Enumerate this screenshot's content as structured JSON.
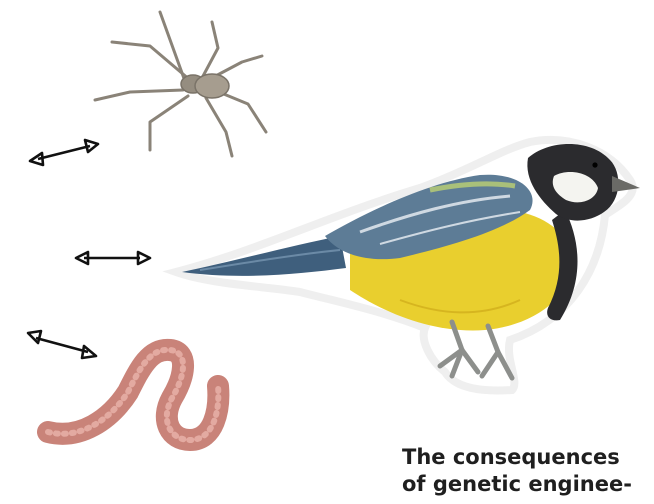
{
  "caption": {
    "line1": "The consequences",
    "line2": "of genetic enginee-"
  },
  "colors": {
    "bird_yellow": "#e9cf2e",
    "bird_blue": "#3f5f7d",
    "bird_black": "#2b2b2e",
    "spider": "#8a8378",
    "worm": "#c98379",
    "arrow": "#111111"
  },
  "icons": [
    "spider-illustration",
    "great-tit-bird-illustration",
    "earthworm-illustration",
    "double-arrow-icon"
  ]
}
